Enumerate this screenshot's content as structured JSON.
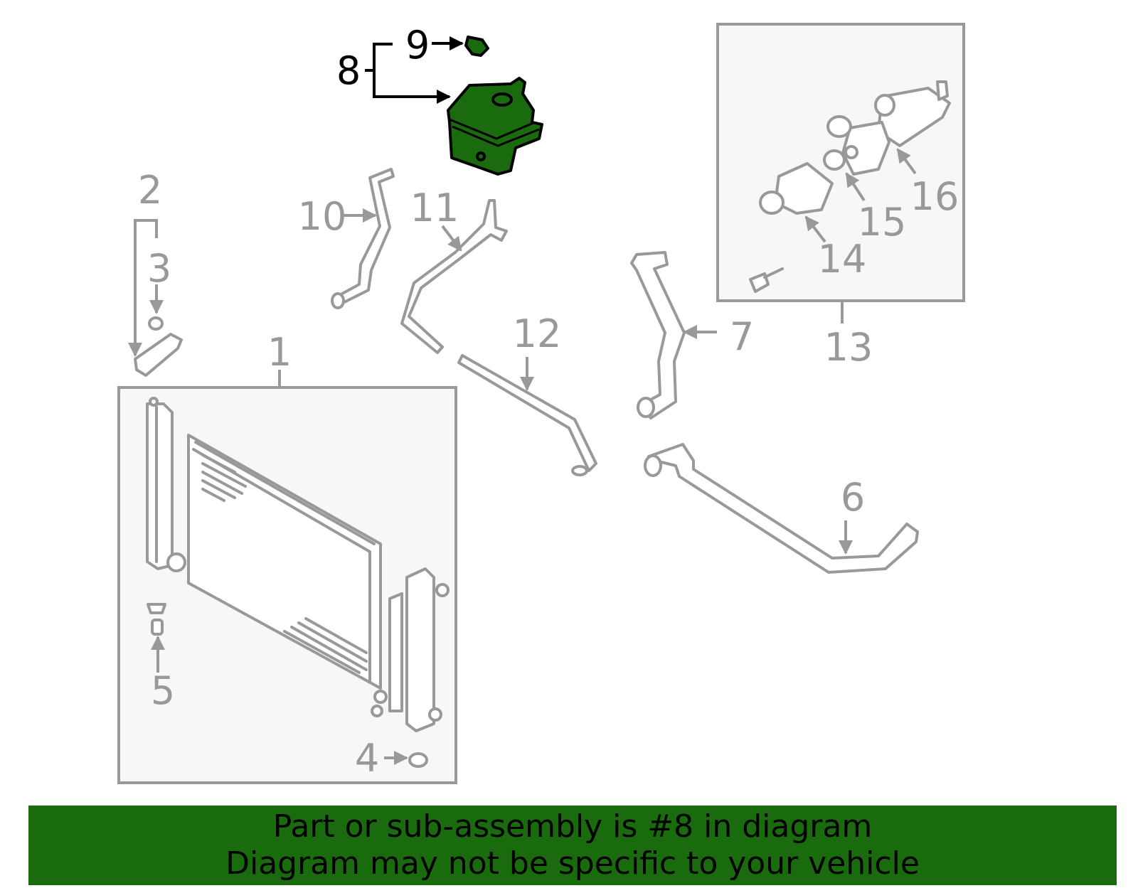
{
  "callouts": {
    "c1": "1",
    "c2": "2",
    "c3": "3",
    "c4": "4",
    "c5": "5",
    "c6": "6",
    "c7": "7",
    "c8": "8",
    "c9": "9",
    "c10": "10",
    "c11": "11",
    "c12": "12",
    "c13": "13",
    "c14": "14",
    "c15": "15",
    "c16": "16"
  },
  "highlighted_part": "8",
  "colors": {
    "highlight": "#1a6b0e",
    "line_art": "#999999",
    "box_fill": "#f7f7f7"
  },
  "banner": {
    "line1": "Part or sub-assembly is #8 in diagram",
    "line2": "Diagram may not be specific to your vehicle"
  }
}
